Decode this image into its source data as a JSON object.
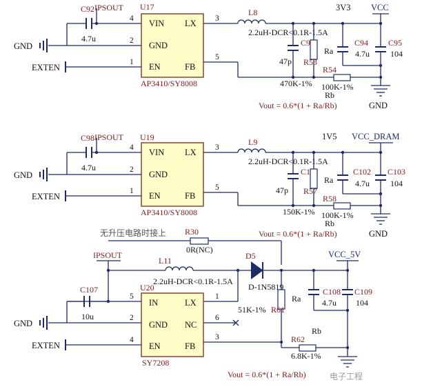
{
  "nets": {
    "gnd": "GND",
    "exten": "EXTEN",
    "ipsout": "IPSOUT",
    "v3v3": "3V3",
    "vcc": "VCC",
    "v1v5": "1V5",
    "vcc_dram": "VCC_DRAM",
    "vcc_5v": "VCC_5V",
    "ra": "Ra",
    "rb": "Rb"
  },
  "pins": {
    "vin": "VIN",
    "in": "IN",
    "gnd": "GND",
    "en": "EN",
    "lx": "LX",
    "fb": "FB",
    "nc": "NC",
    "n1": "1",
    "n2": "2",
    "n3": "3",
    "n4": "4",
    "n5": "5",
    "n6": "6"
  },
  "block1": {
    "ic": "U17",
    "ic_part": "AP3410/SY8008",
    "cin": "C92",
    "cin_val": "4.7u",
    "ind": "L8",
    "ind_val": "2.2uH-DCR<0.1R-1.5A",
    "cff": "C93",
    "cff_val": "47p",
    "rtop": "R53",
    "rtop_val": "470K-1%",
    "rbot": "R54",
    "rbot_val": "100K-1%",
    "cout1": "C94",
    "cout1_val": "4.7u",
    "cout2": "C95",
    "cout2_val": "104",
    "formula": "Vout = 0.6*(1 + Ra/Rb)"
  },
  "block2": {
    "ic": "U19",
    "ic_part": "AP3410/SY8008",
    "cin": "C98",
    "cin_val": "4.7u",
    "ind": "L9",
    "ind_val": "2.2uH-DCR<0.1R-1.5A",
    "cff": "C101",
    "cff_val": "47p",
    "rtop": "R57",
    "rtop_val": "150K-1%",
    "rbot": "R58",
    "rbot_val": "100K-1%",
    "cout1": "C102",
    "cout1_val": "4.7u",
    "cout2": "C103",
    "cout2_val": "104",
    "formula": "Vout = 0.6*(1 + Ra/Rb)"
  },
  "block3": {
    "note": "无升压电路时接上",
    "rbyp": "R30",
    "rbyp_val": "0R(NC)",
    "ic": "U20",
    "ic_part": "SY7208",
    "cin": "C107",
    "cin_val": "10u",
    "ind": "L11",
    "ind_val": "2.2uH-DCR<0.1R-1.5A",
    "diode": "D5",
    "diode_val": "D-1N5819",
    "rtop": "R61",
    "rtop_val": "51K-1%",
    "rbot": "R62",
    "rbot_val": "6.8K-1%",
    "cout1": "C108",
    "cout1_val": "4.7u",
    "cout2": "C109",
    "cout2_val": "104",
    "formula": "Vout = 0.6*(1 + Ra/Rb)"
  },
  "watermark": "电子工程"
}
